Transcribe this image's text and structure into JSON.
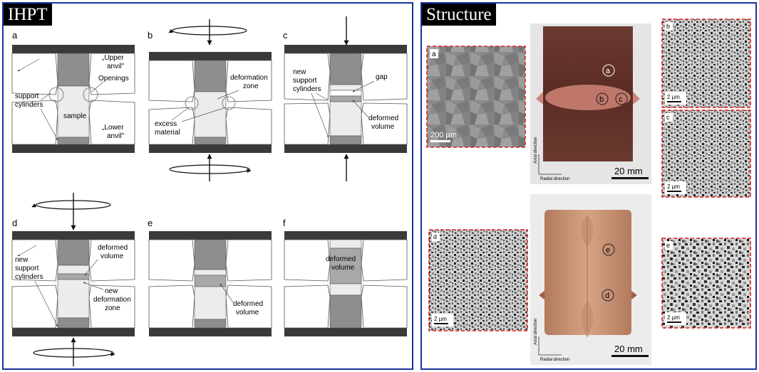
{
  "left_panel": {
    "title": "IHPT",
    "panels": {
      "a": {
        "letter": "a",
        "upper_anvil": "„Upper",
        "upper_anvil2": "anvil\"",
        "openings": "Openings",
        "support": "support",
        "cylinders": "cylinders",
        "sample": "sample",
        "lower_anvil": "„Lower",
        "lower_anvil2": "anvil\""
      },
      "b": {
        "letter": "b",
        "deformation": "deformation",
        "zone": "zone",
        "excess": "excess",
        "material": "material"
      },
      "c": {
        "letter": "c",
        "new": "new",
        "support": "support",
        "cylinders": "cylinders",
        "gap": "gap",
        "deformed": "deformed",
        "volume": "volume"
      },
      "d": {
        "letter": "d",
        "new": "new",
        "support": "support",
        "cylinders": "cylinders",
        "deformed": "deformed",
        "volume": "volume",
        "new2": "new",
        "deformation": "deformation",
        "zone": "zone"
      },
      "e": {
        "letter": "e",
        "deformed": "deformed",
        "volume": "volume"
      },
      "f": {
        "letter": "f",
        "deformed": "deformed",
        "volume": "volume"
      }
    }
  },
  "right_panel": {
    "title": "Structure",
    "micro_labels": {
      "a": "a",
      "b": "b",
      "c": "c",
      "d": "d",
      "e": "e"
    },
    "scale_200": "200 µm",
    "scale_2": "2 µm",
    "sample_labels": {
      "a": "a",
      "b": "b",
      "c": "c",
      "d": "d",
      "e": "e"
    },
    "axial": "Axial direction",
    "radial": "Radial direction",
    "scale_20": "20 mm"
  }
}
